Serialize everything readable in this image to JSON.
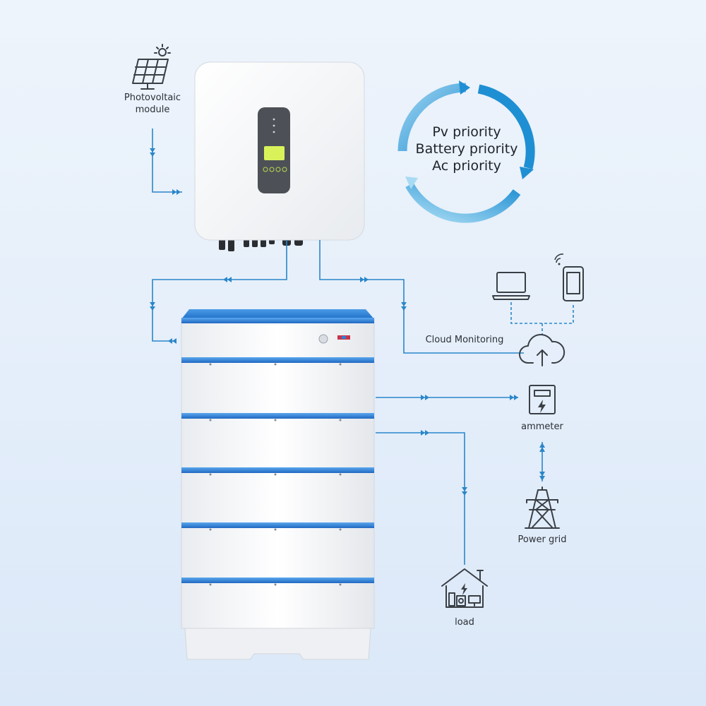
{
  "labels": {
    "pv_module_line1": "Photovoltaic",
    "pv_module_line2": "module",
    "cloud_monitoring": "Cloud Monitoring",
    "ammeter": "ammeter",
    "power_grid": "Power grid",
    "load": "load"
  },
  "priority_cycle": {
    "line1": "Pv priority",
    "line2": "Battery priority",
    "line3": "Ac priority"
  },
  "colors": {
    "flow_line": "#2a86c9",
    "battery_accent": "#2f7fd6",
    "cycle_dark": "#1f8fd3",
    "cycle_light": "#9dd3f0"
  }
}
